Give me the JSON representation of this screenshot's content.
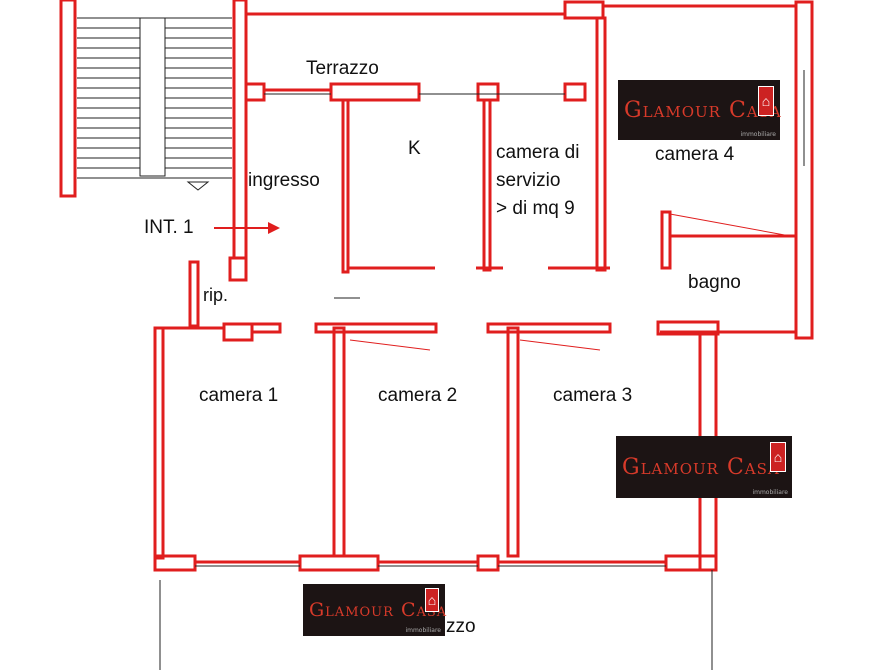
{
  "rooms": {
    "terrazzo_top": "Terrazzo",
    "kitchen": "K",
    "service_line1": "camera di",
    "service_line2": "servizio",
    "service_line3": "> di mq 9",
    "camera4": "camera 4",
    "ingresso": "ingresso",
    "int1": "INT. 1",
    "rip": "rip.",
    "bagno": "bagno",
    "camera1": "camera 1",
    "camera2": "camera 2",
    "camera3": "camera 3",
    "terrazzo_bottom_fragment": "zzo"
  },
  "watermark": {
    "text": "Glamour Casa",
    "sub": "immobiliare",
    "bg_color": "#1c1414",
    "text_color": "#d83a2a"
  },
  "colors": {
    "wall": "#e01e1e",
    "ink": "#111111"
  }
}
